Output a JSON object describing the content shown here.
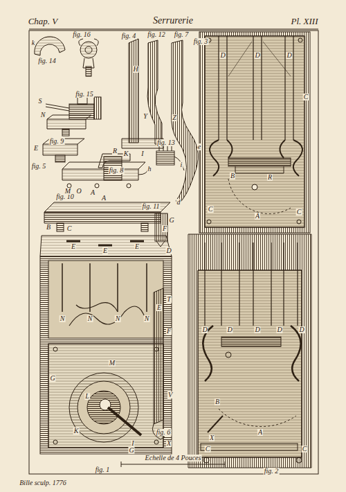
{
  "diagram": {
    "title": "Serrurerie",
    "labels": [
      "Chap. V",
      "Pl. XIII",
      "k",
      "fig. 14",
      "fig. 16",
      "fig. 15",
      "S",
      "fig. 9",
      "N",
      "fig. 5",
      "E",
      "fig. 10",
      "M",
      "O",
      "A",
      "R",
      "h",
      "fig. 8",
      "fig. 13",
      "fig. 4",
      "H",
      "K",
      "I",
      "fig. 12",
      "Y",
      "fig. 7",
      "Z",
      "e",
      "i",
      "d",
      "fig. 3",
      "fig. 11",
      "G",
      "A",
      "B",
      "C",
      "F",
      "fig. 1",
      "E",
      "E",
      "E",
      "D",
      "N",
      "N",
      "N",
      "N",
      "F",
      "G",
      "M",
      "L",
      "K",
      "I",
      "G",
      "fig. 6",
      "T",
      "E",
      "V",
      "X",
      "Echelle de 4 Pouces",
      "Bille sculp. 1776",
      "fig. 2",
      "D",
      "D",
      "D",
      "C",
      "B",
      "R",
      "A",
      "C",
      "C",
      "D",
      "D",
      "D",
      "D",
      "D",
      "X",
      "A",
      "B",
      "C",
      "C"
    ]
  }
}
